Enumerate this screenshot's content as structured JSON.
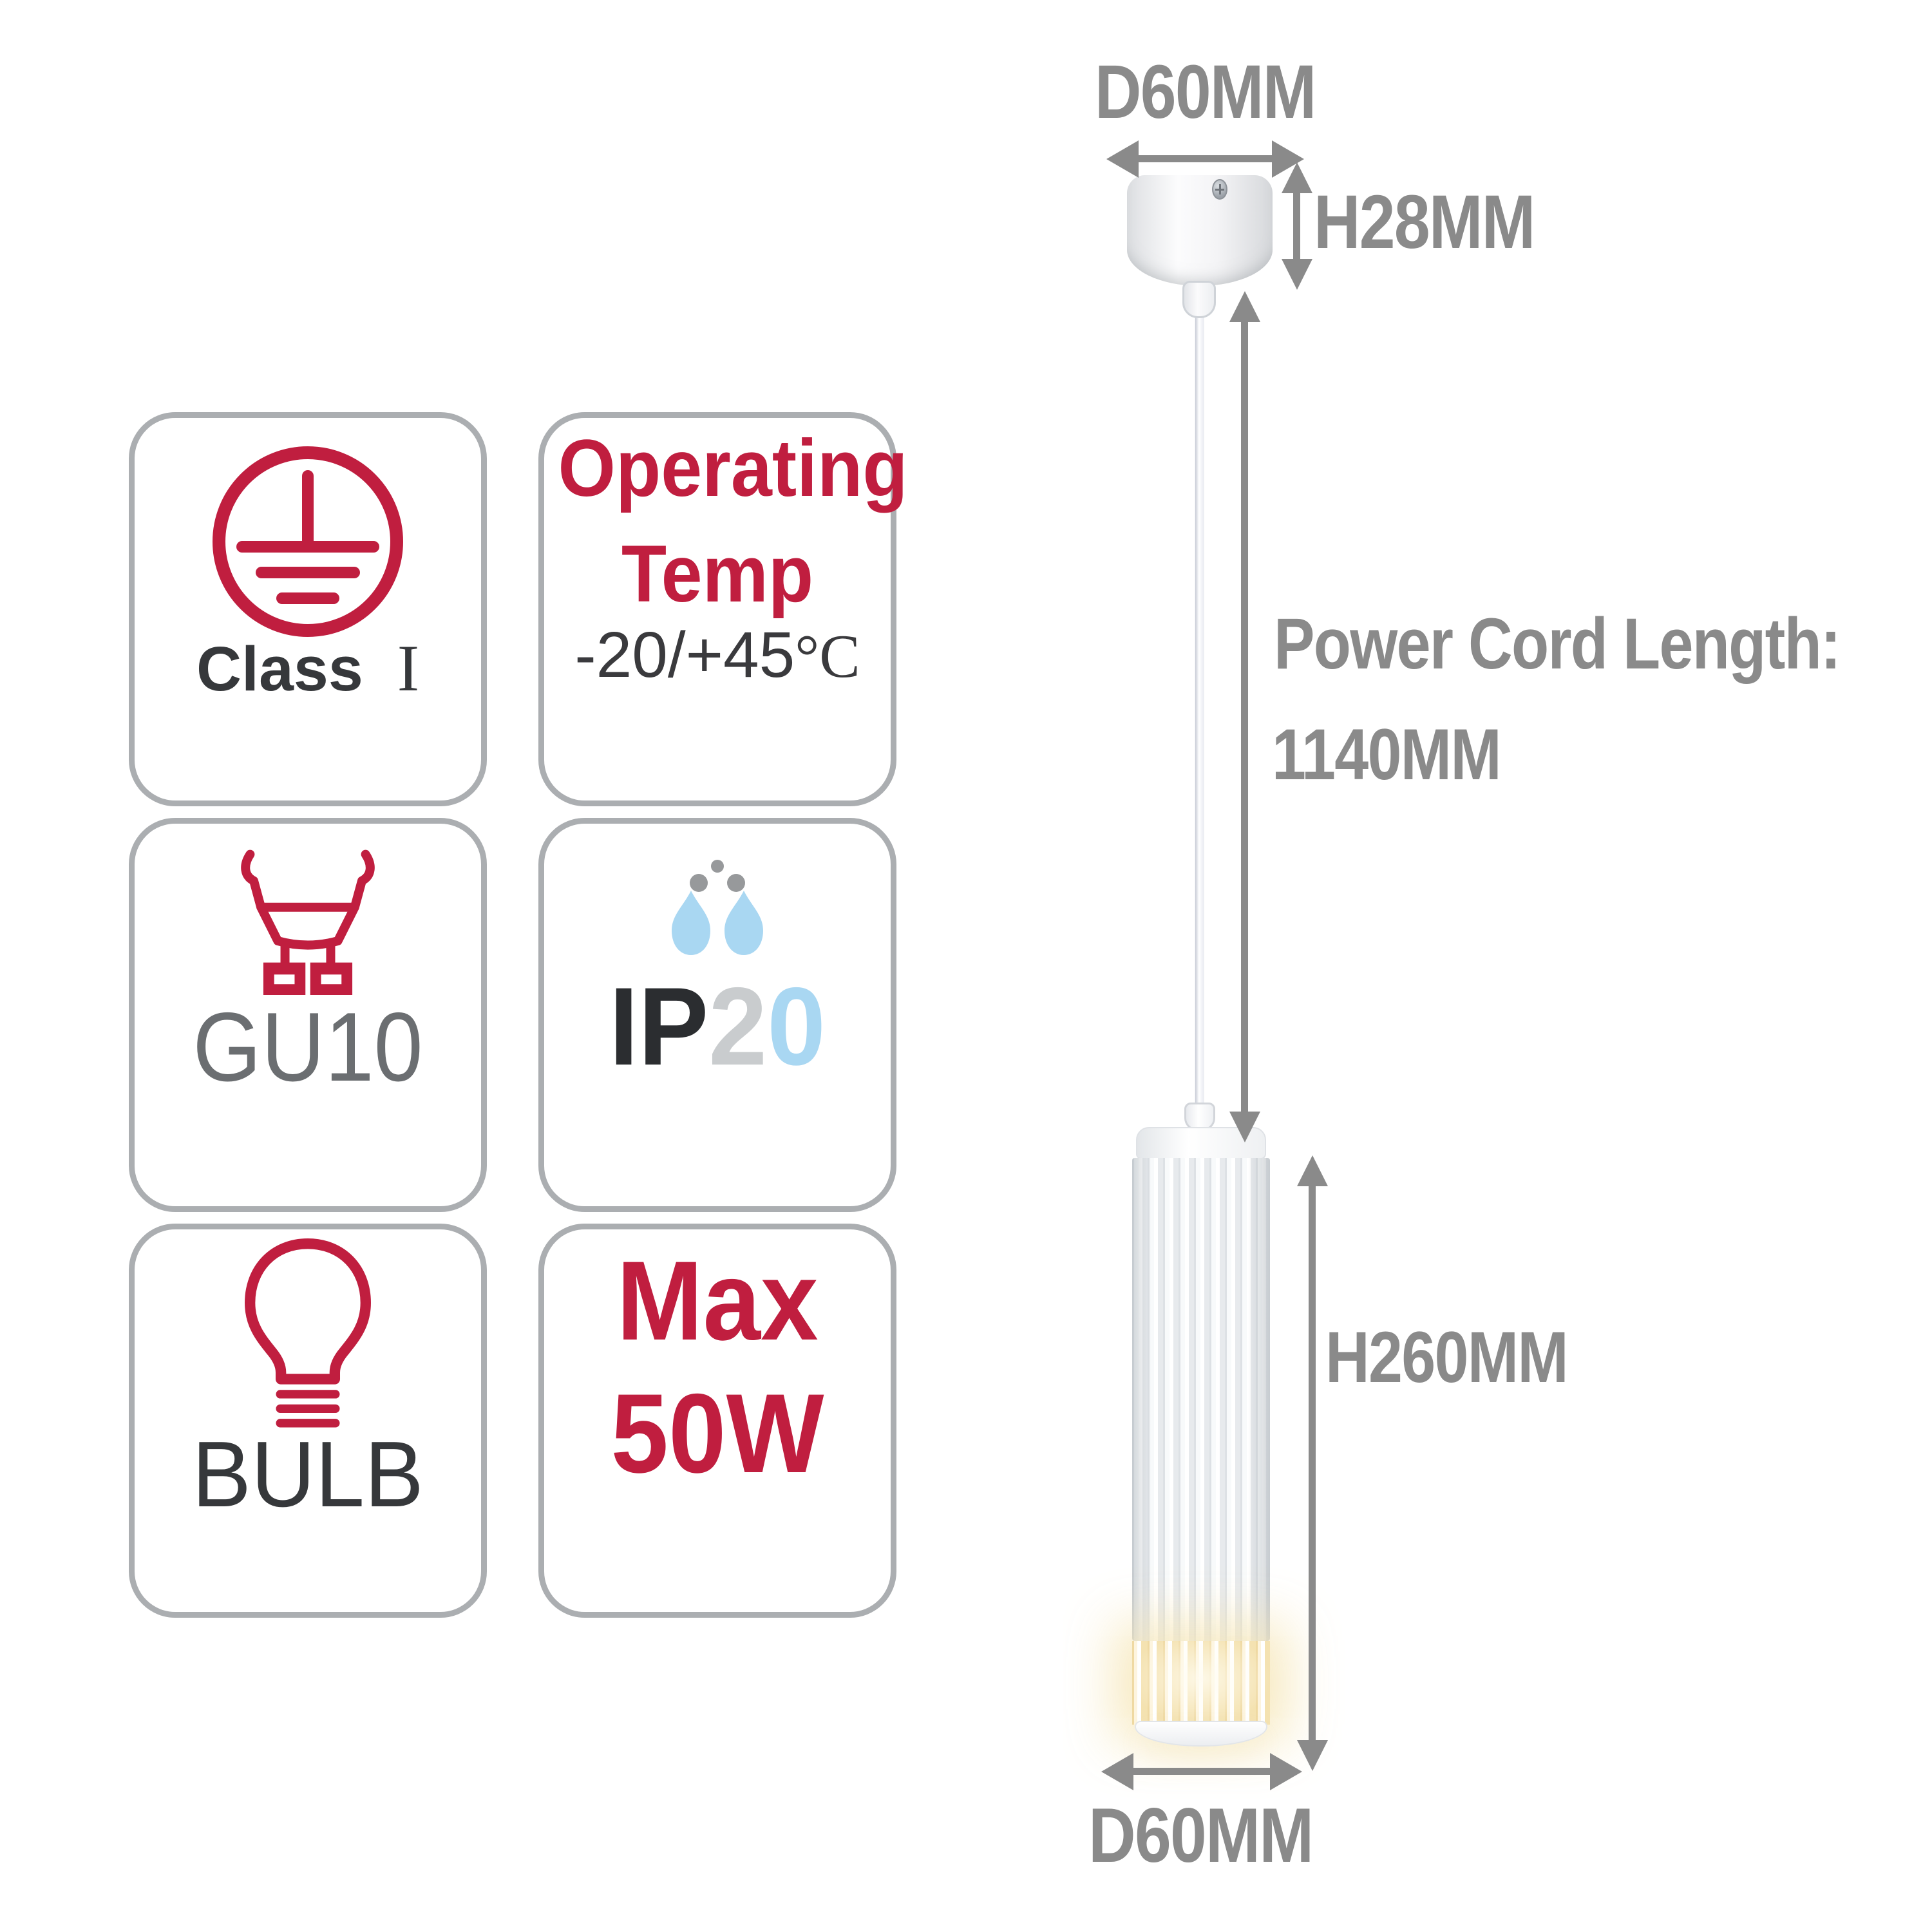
{
  "badges": {
    "class": {
      "icon": "earth-ground-icon",
      "label": "Class",
      "numeral": "I"
    },
    "operating": {
      "line1": "Operating",
      "line2": "Temp",
      "value": "-20/+45",
      "unit": "°C"
    },
    "gu10": {
      "icon": "gu10-socket-icon",
      "label": "GU10"
    },
    "ip": {
      "icon": "water-drops-icon",
      "p1": "IP",
      "p2": "2",
      "p3": "0"
    },
    "bulb": {
      "icon": "bulb-icon",
      "label": "BULB"
    },
    "max": {
      "line1": "Max",
      "line2": "50W"
    }
  },
  "dimensions": {
    "canopy_diameter": "D60MM",
    "canopy_height": "H28MM",
    "power_cord_label": "Power Cord Length:",
    "power_cord_value": "1140MM",
    "body_height": "H260MM",
    "body_diameter": "D60MM"
  },
  "colors": {
    "accent_red": "#C01E3F",
    "dimension_gray": "#8A8A8A",
    "light_blue": "#A9D7F2",
    "digit_gray": "#C9CCCE",
    "dark_text": "#36383B",
    "badge_border": "#ABAEB1"
  }
}
